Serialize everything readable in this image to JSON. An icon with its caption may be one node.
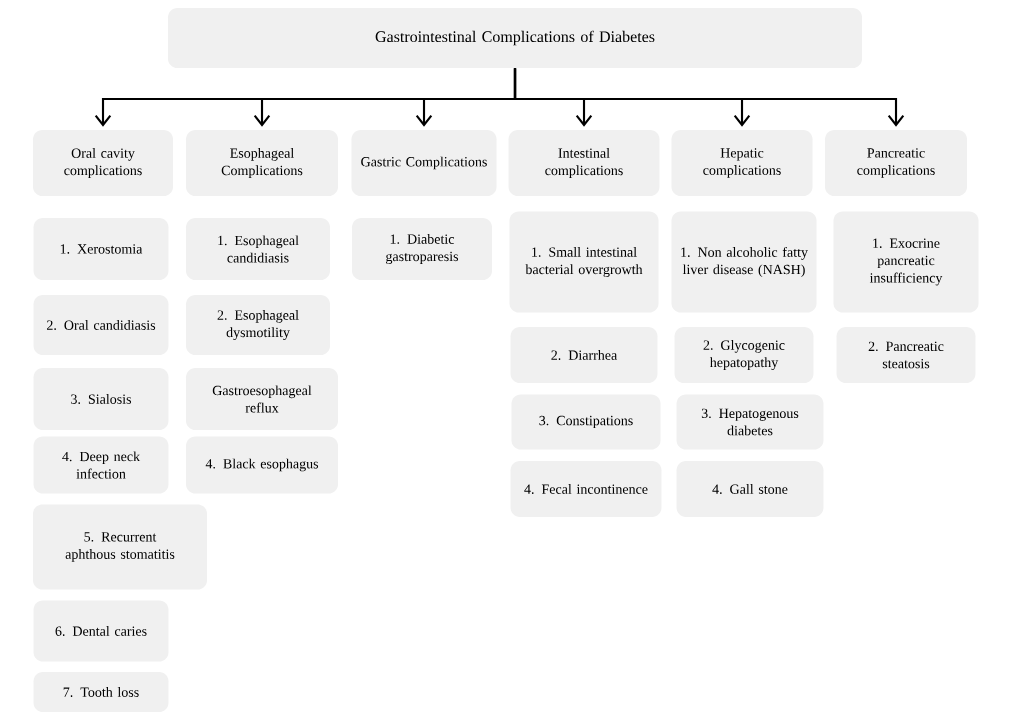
{
  "diagram": {
    "nodes": [
      {
        "text": [
          "Gastrointestinal Complications of Diabetes"
        ]
      },
      {
        "text": [
          "Oral cavity complications"
        ]
      },
      {
        "text": [
          "Esophageal Complications"
        ]
      },
      {
        "text": [
          "Gastric Complications"
        ]
      },
      {
        "text": [
          "Intestinal complications"
        ]
      },
      {
        "text": [
          "Hepatic complications"
        ]
      },
      {
        "text": [
          "Pancreatic complications"
        ]
      },
      {
        "text": [
          "1. Xerostomia"
        ]
      },
      {
        "text": [
          "2. Oral candidiasis"
        ]
      },
      {
        "text": [
          "3. Sialosis"
        ]
      },
      {
        "text": [
          "4. Deep neck infection"
        ]
      },
      {
        "text": [
          "5. Recurrent aphthous stomatitis"
        ]
      },
      {
        "text": [
          "6. Dental caries"
        ]
      },
      {
        "text": [
          "7. Tooth loss"
        ]
      },
      {
        "text": [
          "1. Esophageal candidiasis"
        ]
      },
      {
        "text": [
          "2. Esophageal dysmotility"
        ]
      },
      {
        "text": [
          "Gastroesophageal reflux"
        ]
      },
      {
        "text": [
          "4. Black esophagus"
        ]
      },
      {
        "text": [
          "1. Diabetic gastroparesis"
        ]
      },
      {
        "text": [
          "1. Small intestinal bacterial overgrowth"
        ]
      },
      {
        "text": [
          "2. Diarrhea"
        ]
      },
      {
        "text": [
          "3. Constipations"
        ]
      },
      {
        "text": [
          "4. Fecal incontinence"
        ]
      },
      {
        "text": [
          "1. Non alcoholic fatty liver disease (NASH)"
        ]
      },
      {
        "text": [
          "2. Glycogenic hepatopathy"
        ]
      },
      {
        "text": [
          "3. Hepatogenous diabetes"
        ]
      },
      {
        "text": [
          "4. Gall stone"
        ]
      },
      {
        "text": [
          "1. Exocrine pancreatic insufficiency"
        ]
      },
      {
        "text": [
          "2. Pancreatic steatosis"
        ]
      }
    ],
    "edges": [
      {
        "from": 0,
        "to": 1,
        "arrow": "to"
      },
      {
        "from": 0,
        "to": 2,
        "arrow": "to"
      },
      {
        "from": 0,
        "to": 3,
        "arrow": "to"
      },
      {
        "from": 0,
        "to": 4,
        "arrow": "to"
      },
      {
        "from": 0,
        "to": 5,
        "arrow": "to"
      },
      {
        "from": 0,
        "to": 6,
        "arrow": "to"
      }
    ]
  }
}
